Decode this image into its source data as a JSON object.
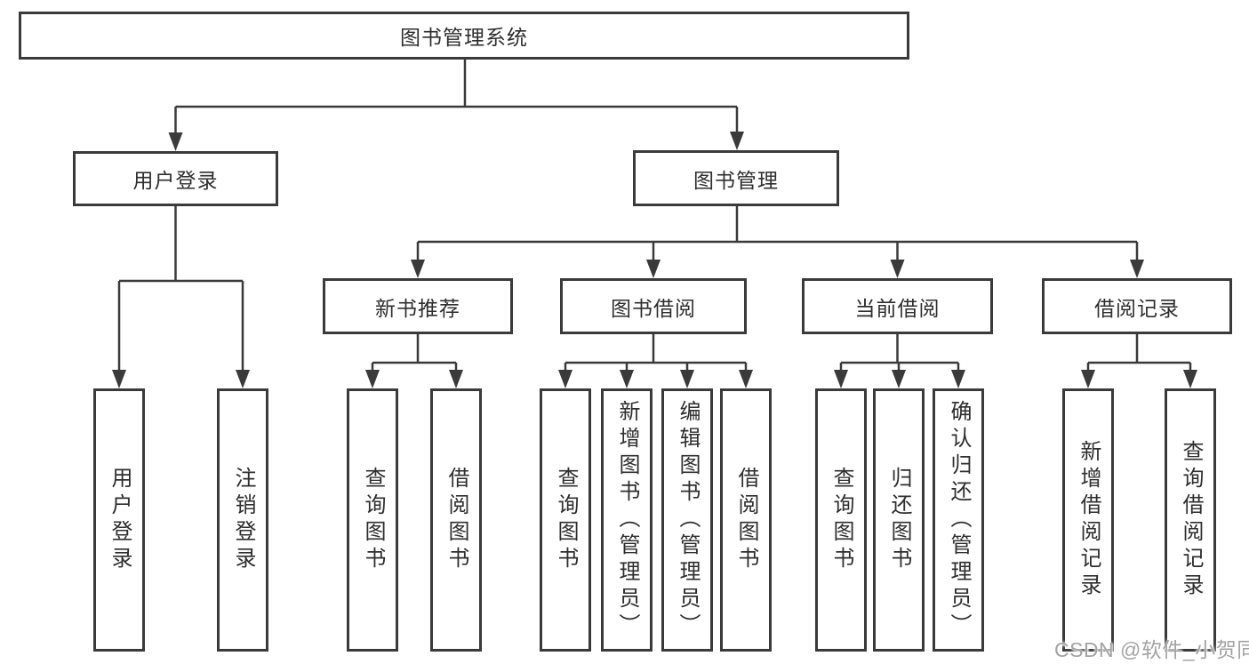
{
  "diagram": {
    "type": "hierarchy-tree",
    "colors": {
      "line": "#3a3a3a",
      "box_border": "#3a3a3a",
      "text": "#2e2e2e",
      "background": "#ffffff",
      "watermark": "#a3a3a3"
    },
    "nodes": {
      "root": {
        "label": "图书管理系统"
      },
      "branches": [
        {
          "label": "用户登录",
          "children": [
            {
              "label": "用户登录"
            },
            {
              "label": "注销登录"
            }
          ]
        },
        {
          "label": "图书管理",
          "children": [
            {
              "label": "新书推荐",
              "children": [
                {
                  "label": "查询图书"
                },
                {
                  "label": "借阅图书"
                }
              ]
            },
            {
              "label": "图书借阅",
              "children": [
                {
                  "label": "查询图书"
                },
                {
                  "label": "新增图书（管理员）"
                },
                {
                  "label": "编辑图书（管理员）"
                },
                {
                  "label": "借阅图书"
                }
              ]
            },
            {
              "label": "当前借阅",
              "children": [
                {
                  "label": "查询图书"
                },
                {
                  "label": "归还图书"
                },
                {
                  "label": "确认归还（管理员）"
                }
              ]
            },
            {
              "label": "借阅记录",
              "children": [
                {
                  "label": "新增借阅记录"
                },
                {
                  "label": "查询借阅记录"
                }
              ]
            }
          ]
        }
      ]
    },
    "watermark": {
      "text": "CSDN @软件_小贺同学"
    }
  }
}
